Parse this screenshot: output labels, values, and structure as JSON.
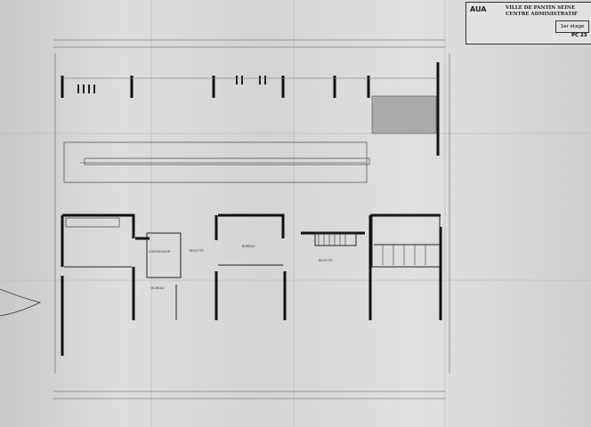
{
  "title_block": {
    "office": "AUA",
    "line1": "VILLE DE PANTIN   SEINE",
    "line2": "CENTRE ADMINISTRATIF",
    "floor": "1er étage",
    "sheet_number": "PC 23"
  },
  "rooms": [
    {
      "label": "CONTROLEUR"
    },
    {
      "label": "RECETTE"
    },
    {
      "label": "BUREAU"
    },
    {
      "label": "RECETTE"
    },
    {
      "label": "BUREAU"
    }
  ]
}
